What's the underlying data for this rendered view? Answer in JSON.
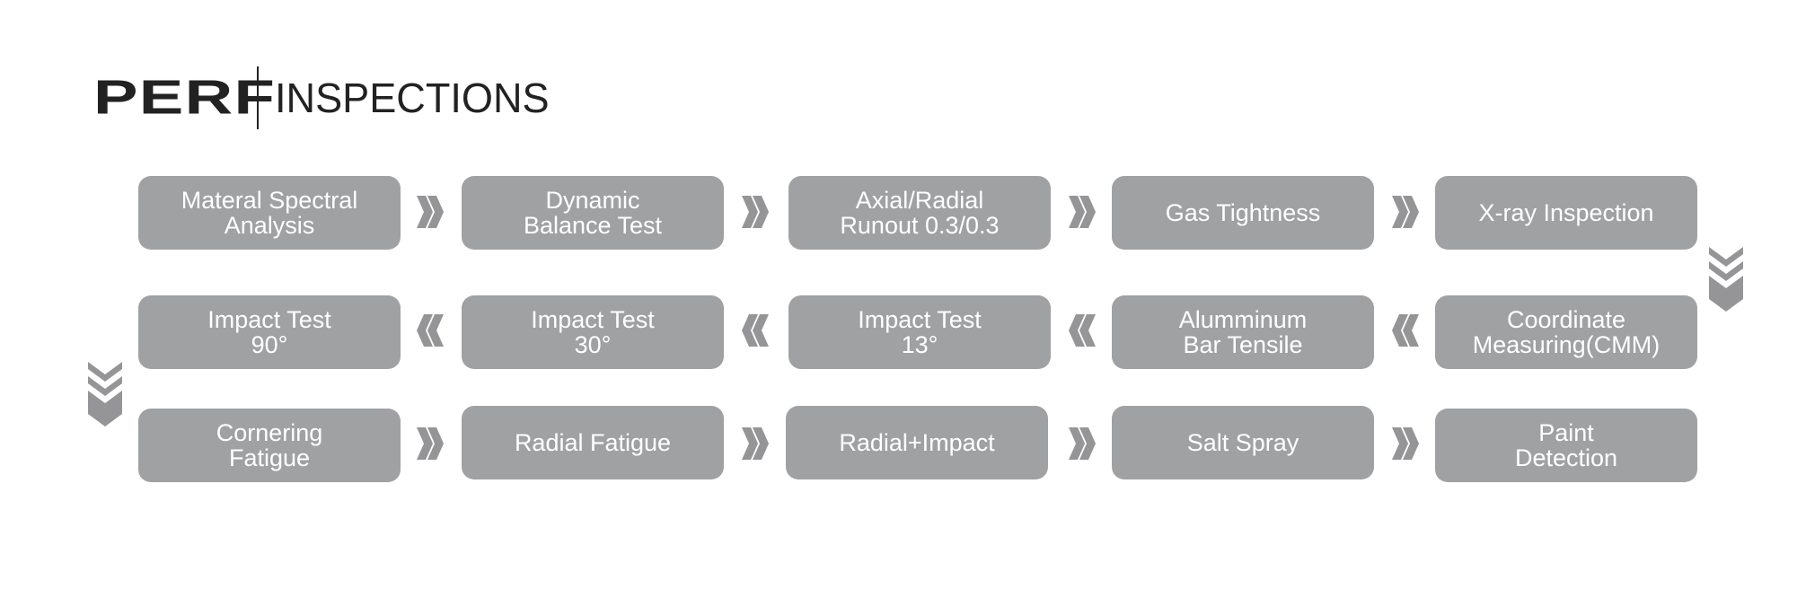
{
  "brand": {
    "mark": "PERF",
    "subtitle": "INSPECTIONS"
  },
  "rows": [
    {
      "direction": "right",
      "steps": [
        "Materal Spectral\nAnalysis",
        "Dynamic\nBalance Test",
        "Axial/Radial\nRunout 0.3/0.3",
        "Gas Tightness",
        "X-ray Inspection"
      ]
    },
    {
      "direction": "left",
      "steps": [
        "Impact Test\n90°",
        "Impact Test\n30°",
        "Impact Test\n13°",
        "Alumminum\nBar Tensile",
        "Coordinate\nMeasuring(CMM)"
      ]
    },
    {
      "direction": "right",
      "steps": [
        "Cornering\nFatigue",
        "Radial Fatigue",
        "Radial+Impact",
        "Salt Spray",
        "Paint\nDetection"
      ]
    }
  ],
  "colors": {
    "box": "#a0a1a3",
    "arrow": "#959597",
    "text": "#ffffff",
    "brand": "#222222"
  },
  "icons": {
    "flow_right": "double-chevron-right-icon",
    "flow_left": "double-chevron-left-icon",
    "flow_down": "triple-chevron-down-icon"
  }
}
